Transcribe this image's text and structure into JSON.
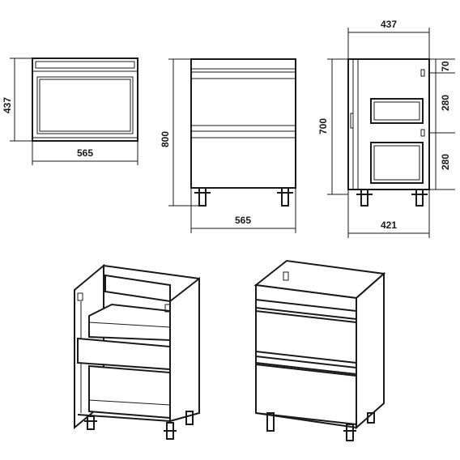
{
  "dimensions": {
    "top_depth": "437",
    "top_width": "565",
    "front_height": "800",
    "front_width": "565",
    "side_depth_top": "437",
    "side_height": "700",
    "side_depth_bottom": "421",
    "side_seg_1": "70",
    "side_seg_2": "280",
    "side_seg_3": "280"
  }
}
